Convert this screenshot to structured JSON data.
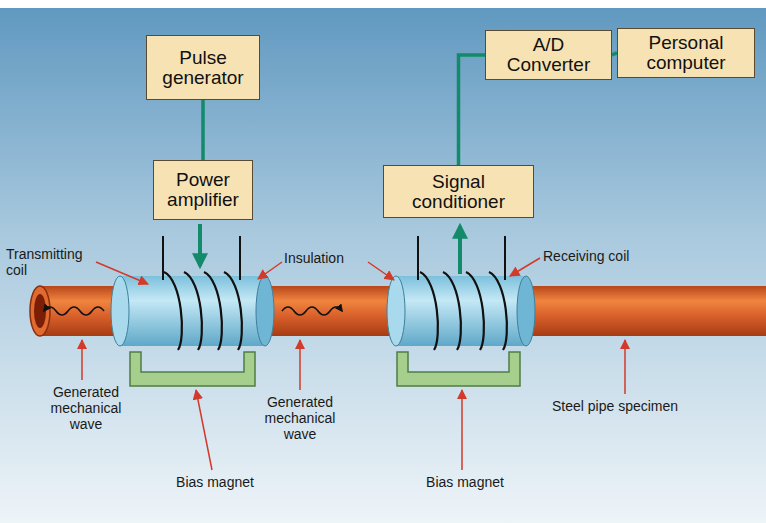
{
  "diagram": {
    "nodes": [
      {
        "text": [
          "Pulse generator"
        ]
      },
      {
        "text": [
          "A/D Converter"
        ]
      },
      {
        "text": [
          "Personal computer"
        ]
      },
      {
        "text": [
          "Power amplifier"
        ]
      },
      {
        "text": [
          "Signal conditioner"
        ]
      }
    ],
    "edges": [
      {
        "from": 0,
        "to": 3,
        "arrow": "none"
      },
      {
        "from": 4,
        "to": 1,
        "arrow": "none"
      },
      {
        "from": 1,
        "to": 2,
        "arrow": "none"
      }
    ],
    "labels": [
      "Transmitting coil",
      "Insulation",
      "Receiving coil",
      "Generated mechanical wave",
      "Generated mechanical wave",
      "Steel pipe specimen",
      "Bias magnet",
      "Bias magnet"
    ]
  }
}
